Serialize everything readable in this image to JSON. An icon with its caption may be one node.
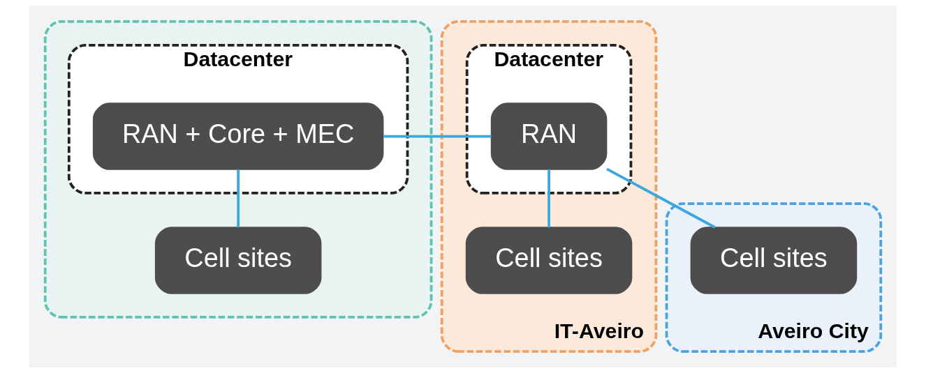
{
  "diagram": {
    "nodes": [
      {
        "text": [],
        "shape": "box"
      },
      {
        "text": [
          "Datacenter"
        ],
        "in": 0
      },
      {
        "text": [
          "RAN + Core + MEC"
        ],
        "in": 1
      },
      {
        "text": [
          "Cell sites"
        ],
        "in": 0
      },
      {
        "text": [
          "IT-Aveiro"
        ]
      },
      {
        "text": [
          "Datacenter"
        ],
        "in": 4
      },
      {
        "text": [
          "RAN"
        ],
        "in": 5
      },
      {
        "text": [
          "Cell sites"
        ],
        "in": 4
      },
      {
        "text": [
          "Aveiro City"
        ]
      },
      {
        "text": [
          "Cell sites"
        ],
        "in": 8
      }
    ],
    "edges": [
      {
        "from": 2,
        "to": 6,
        "arrow": "none"
      },
      {
        "from": 2,
        "to": 3,
        "arrow": "none"
      },
      {
        "from": 6,
        "to": 7,
        "arrow": "none"
      },
      {
        "from": 6,
        "to": 9,
        "arrow": "none"
      }
    ]
  }
}
